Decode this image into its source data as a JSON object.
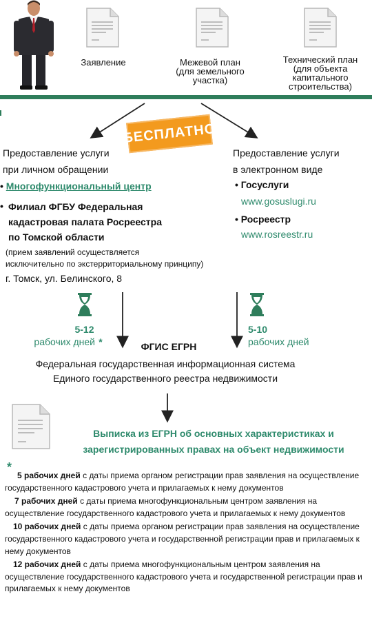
{
  "top_docs": {
    "application": "Заявление",
    "survey_plan": "Межевой план\n(для земельного\nучастка)",
    "tech_plan": "Технический план\n(для объекта\nкапитального\nстроительства)"
  },
  "stamp": "БЕСПЛАТНО",
  "left": {
    "title": "Предоставление услуги\nпри личном обращении",
    "mfc": "Многофункциональный центр",
    "filial": "Филиал ФГБУ Федеральная\nкадастровая палата Росреестра\nпо Томской области",
    "note": "(прием заявлений осуществляется\nисключительно по экстерриториальному принципу)",
    "address": "г. Томск, ул. Белинского, 8",
    "days_num": "5-12",
    "days_text": "рабочих дней"
  },
  "asterisk": "*",
  "right": {
    "title": "Предоставление услуги\nв электронном виде",
    "gosuslugi": "Госуслуги",
    "gosuslugi_url": "www.gosuslugi.ru",
    "rosreestr": "Росреестр",
    "rosreestr_url": "www.rosreestr.ru",
    "days_num": "5-10",
    "days_text": "рабочих дней"
  },
  "fgis": {
    "title": "ФГИС ЕГРН",
    "desc": "Федеральная государственная информационная система\nЕдиного государственного реестра недвижимости"
  },
  "result": "Выписка из ЕГРН об основных характеристиках и\nзарегистрированных правах на объект недвижимости",
  "notes": [
    {
      "bold": "5 рабочих дней",
      "text": " с даты приема органом регистрации прав заявления на осуществление государственного кадастрового учета и прилагаемых к нему документов"
    },
    {
      "bold": "7 рабочих дней",
      "text": " с даты приема многофункциональным центром заявления на осуществление государственного кадастрового учета и прилагаемых к нему документов"
    },
    {
      "bold": "10 рабочих дней",
      "text": " с даты приема органом регистрации прав заявления на осуществление государственного кадастрового учета и государственной регистрации прав и прилагаемых к нему документов"
    },
    {
      "bold": "12 рабочих дней",
      "text": " с даты приема многофункциональным центром заявления на осуществление государственного кадастрового учета и государственной регистрации прав и прилагаемых к нему документов"
    }
  ],
  "colors": {
    "green": "#2e7d5b",
    "link": "#2e8a6c",
    "stamp": "#f39a1e"
  }
}
